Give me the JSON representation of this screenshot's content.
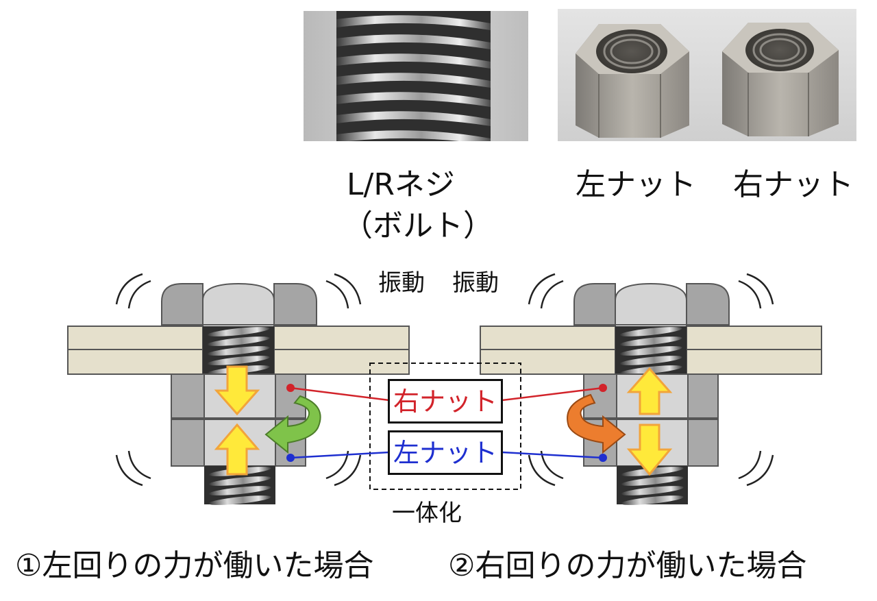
{
  "labels": {
    "bolt_line1": "L/Rネジ",
    "bolt_line2": "（ボルト）",
    "left_nut": "左ナット",
    "right_nut": "右ナット"
  },
  "diagram": {
    "vibration_1": "振動",
    "vibration_2": "振動",
    "box_right_nut": "右ナット",
    "box_left_nut": "左ナット",
    "unify": "一体化"
  },
  "captions": {
    "case_1": "①左回りの力が働いた場合",
    "case_2": "②右回りの力が働いた場合"
  },
  "colors": {
    "right_nut": "#d2232a",
    "left_nut": "#1e2fd0",
    "plate": "#e5e0cc",
    "nut_gray": "#a9a9a9",
    "nut_light": "#d6d6d6",
    "arrow_yellow": "#ffe93a",
    "arrow_green": "#7fc34a",
    "arrow_orange": "#ec7d2e"
  }
}
